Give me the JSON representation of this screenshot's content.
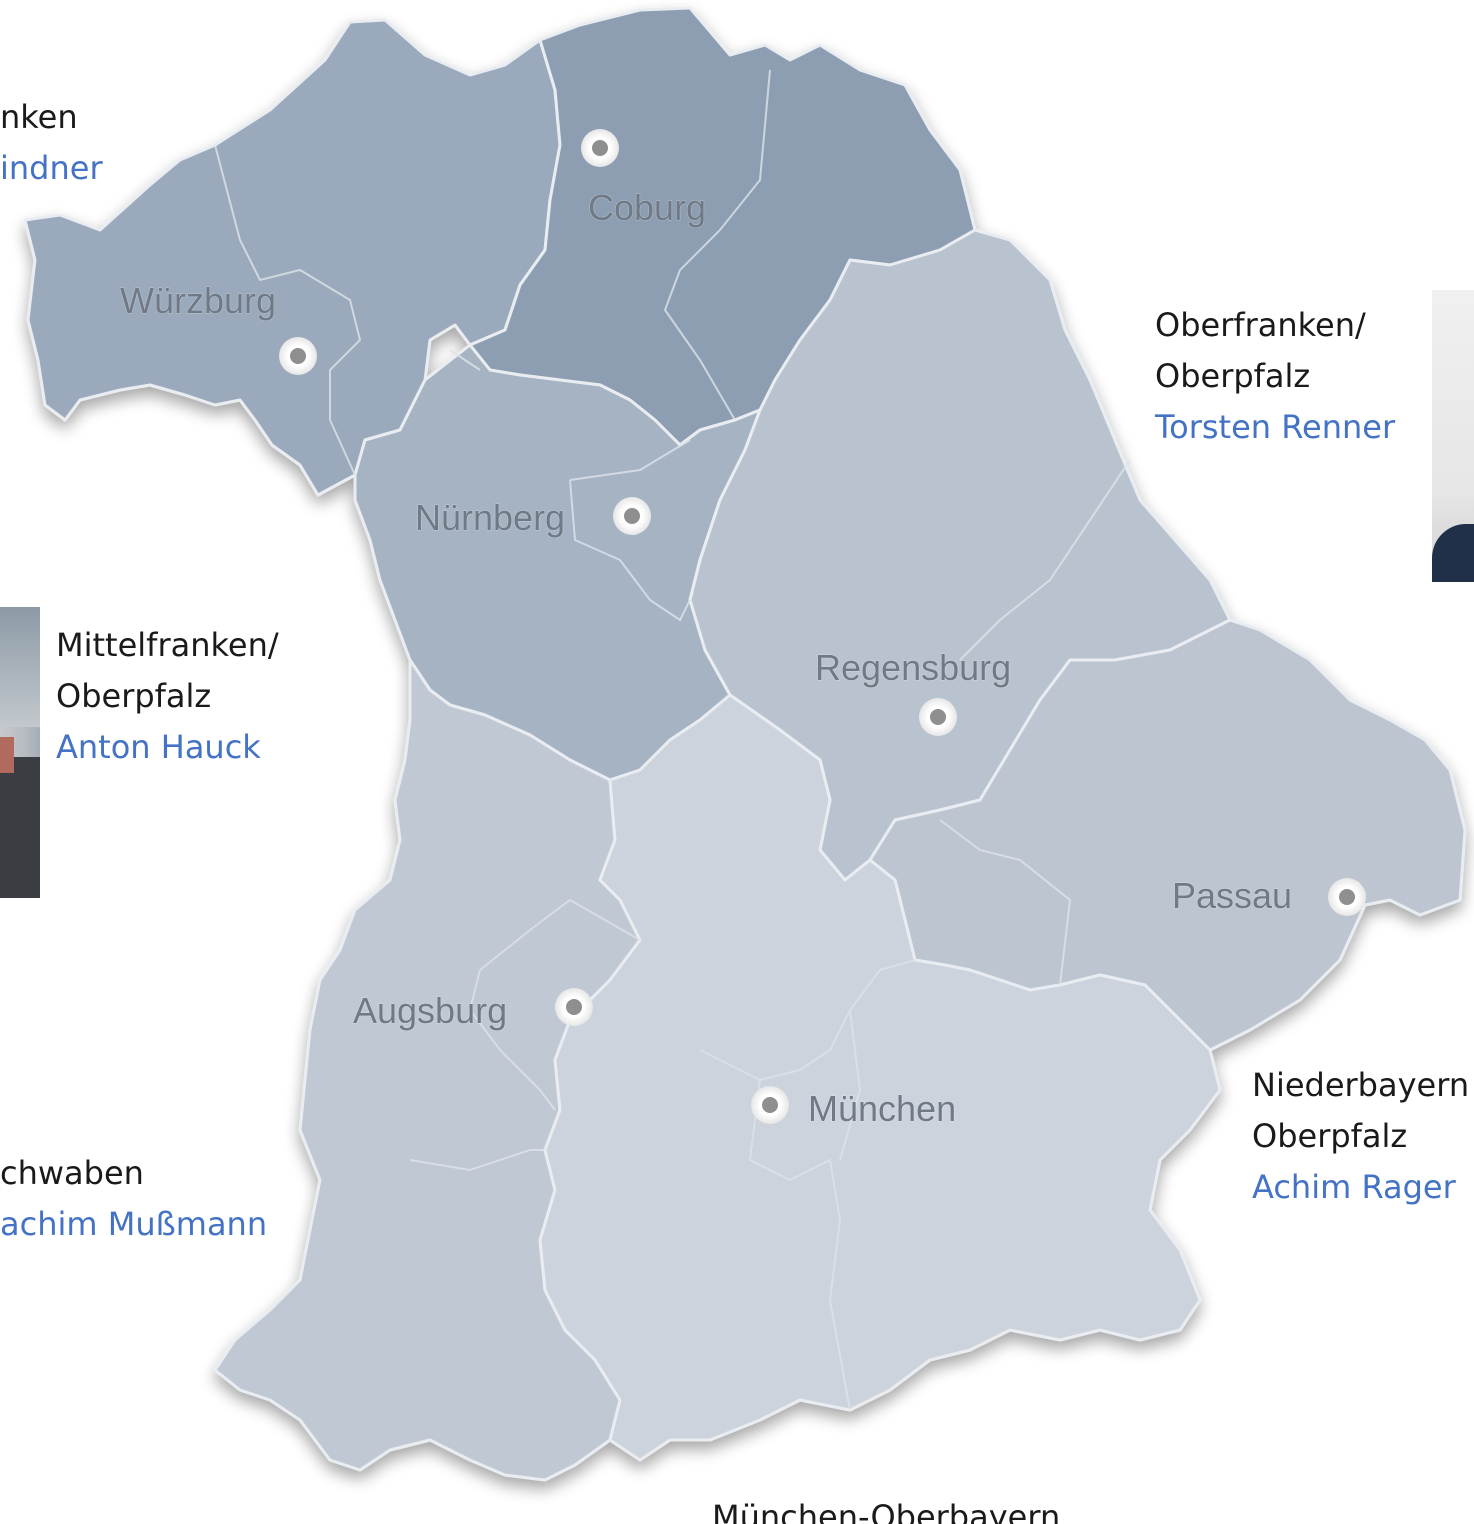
{
  "map": {
    "colors": {
      "oberfranken": "#8e9eb2",
      "unterfranken": "#9aa9bb",
      "mittelfranken": "#a6b3c3",
      "oberpfalz": "#b9c3cf",
      "niederbayern": "#bcc5d0",
      "schwaben": "#c0c8d3",
      "oberbayern": "#cdd3dc",
      "border": "#e9edf1"
    },
    "cities": [
      {
        "id": "coburg",
        "label": "Coburg"
      },
      {
        "id": "wuerzburg",
        "label": "Würzburg"
      },
      {
        "id": "nuernberg",
        "label": "Nürnberg"
      },
      {
        "id": "regensburg",
        "label": "Regensburg"
      },
      {
        "id": "passau",
        "label": "Passau"
      },
      {
        "id": "augsburg",
        "label": "Augsburg"
      },
      {
        "id": "muenchen",
        "label": "München"
      }
    ]
  },
  "callouts": {
    "unterfranken": {
      "region": "nken",
      "name": "indner"
    },
    "oberfranken": {
      "region_line1": "Oberfranken/",
      "region_line2": "Oberpfalz",
      "name": "Torsten Renner"
    },
    "mittelfranken": {
      "region_line1": "Mittelfranken/",
      "region_line2": "Oberpfalz",
      "name": "Anton Hauck"
    },
    "niederbayern": {
      "region_line1": "Niederbayern",
      "region_line2": "Oberpfalz",
      "name": "Achim Rager"
    },
    "schwaben": {
      "region": "chwaben",
      "name": "achim Mußmann"
    },
    "oberbayern": {
      "region": "München-Oberbayern"
    }
  }
}
